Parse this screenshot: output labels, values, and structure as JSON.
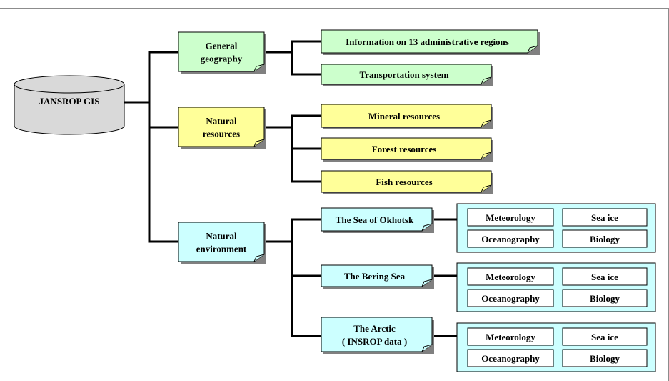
{
  "colors": {
    "green": "#ccffcc",
    "yellow": "#ffff99",
    "cyan": "#ccffff",
    "cylinder": "#d9d9d9",
    "line": "#000000",
    "frame": "#8c8c8c"
  },
  "root": {
    "label": "JANSROP GIS"
  },
  "categories": [
    {
      "lines": [
        "General",
        "geography"
      ],
      "color": "green",
      "children": [
        {
          "lines": [
            "Information on 13 administrative regions"
          ]
        },
        {
          "lines": [
            "Transportation system"
          ]
        }
      ]
    },
    {
      "lines": [
        "Natural",
        "resources"
      ],
      "color": "yellow",
      "children": [
        {
          "lines": [
            "Mineral resources"
          ]
        },
        {
          "lines": [
            "Forest resources"
          ]
        },
        {
          "lines": [
            "Fish resources"
          ]
        }
      ]
    },
    {
      "lines": [
        "Natural",
        "environment"
      ],
      "color": "cyan",
      "children": [
        {
          "lines": [
            "The Sea of Okhotsk"
          ]
        },
        {
          "lines": [
            "The Bering Sea"
          ]
        },
        {
          "lines": [
            "The Arctic",
            "( INSROP data )"
          ]
        }
      ]
    }
  ],
  "data_types": [
    "Meteorology",
    "Sea ice",
    "Oceanography",
    "Biology"
  ]
}
